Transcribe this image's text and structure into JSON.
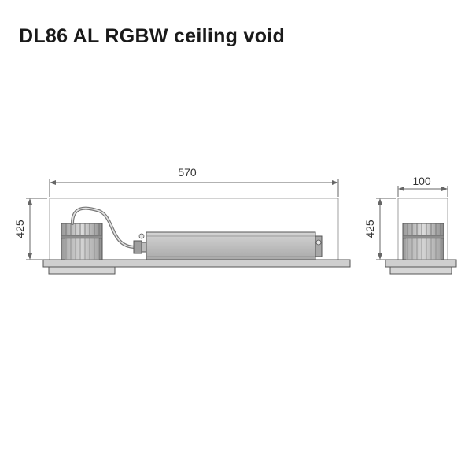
{
  "title": "DL86 AL RGBW ceiling void",
  "dimensions": {
    "side_view_length": "570",
    "side_view_height": "425",
    "front_view_width": "100",
    "front_view_height": "425"
  },
  "colors": {
    "outline": "#555555",
    "fill_panel": "#c9c9c9",
    "fill_driver": "#bdbdbd",
    "dimension_line": "#666666"
  }
}
